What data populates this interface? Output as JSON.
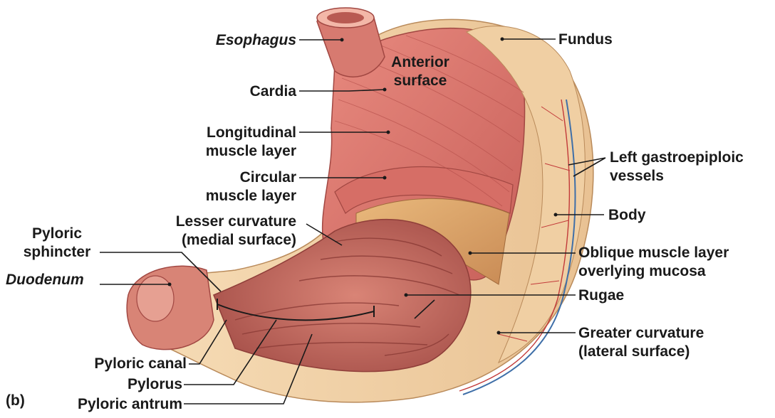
{
  "figure_tag": "(b)",
  "labels": {
    "esophagus": "Esophagus",
    "cardia": "Cardia",
    "longitudinal_1": "Longitudinal",
    "longitudinal_2": "muscle layer",
    "circular_1": "Circular",
    "circular_2": "muscle layer",
    "lesser_1": "Lesser curvature",
    "lesser_2": "(medial surface)",
    "pyloric_sphincter_1": "Pyloric",
    "pyloric_sphincter_2": "sphincter",
    "duodenum": "Duodenum",
    "pyloric_canal": "Pyloric canal",
    "pylorus": "Pylorus",
    "pyloric_antrum": "Pyloric antrum",
    "anterior_1": "Anterior",
    "anterior_2": "surface",
    "fundus": "Fundus",
    "left_gastro_1": "Left gastroepiploic",
    "left_gastro_2": "vessels",
    "body": "Body",
    "oblique_1": "Oblique muscle layer",
    "oblique_2": "overlying mucosa",
    "rugae": "Rugae",
    "greater_1": "Greater curvature",
    "greater_2": "(lateral surface)"
  },
  "colors": {
    "muscle": "#d9756c",
    "muscle_dark": "#b6504b",
    "serosa": "#f3d6b0",
    "mucosa": "#c76a5f",
    "vessel_blue": "#3f6fa8",
    "vessel_red": "#c23a3a",
    "leader": "#1a1a1a"
  }
}
